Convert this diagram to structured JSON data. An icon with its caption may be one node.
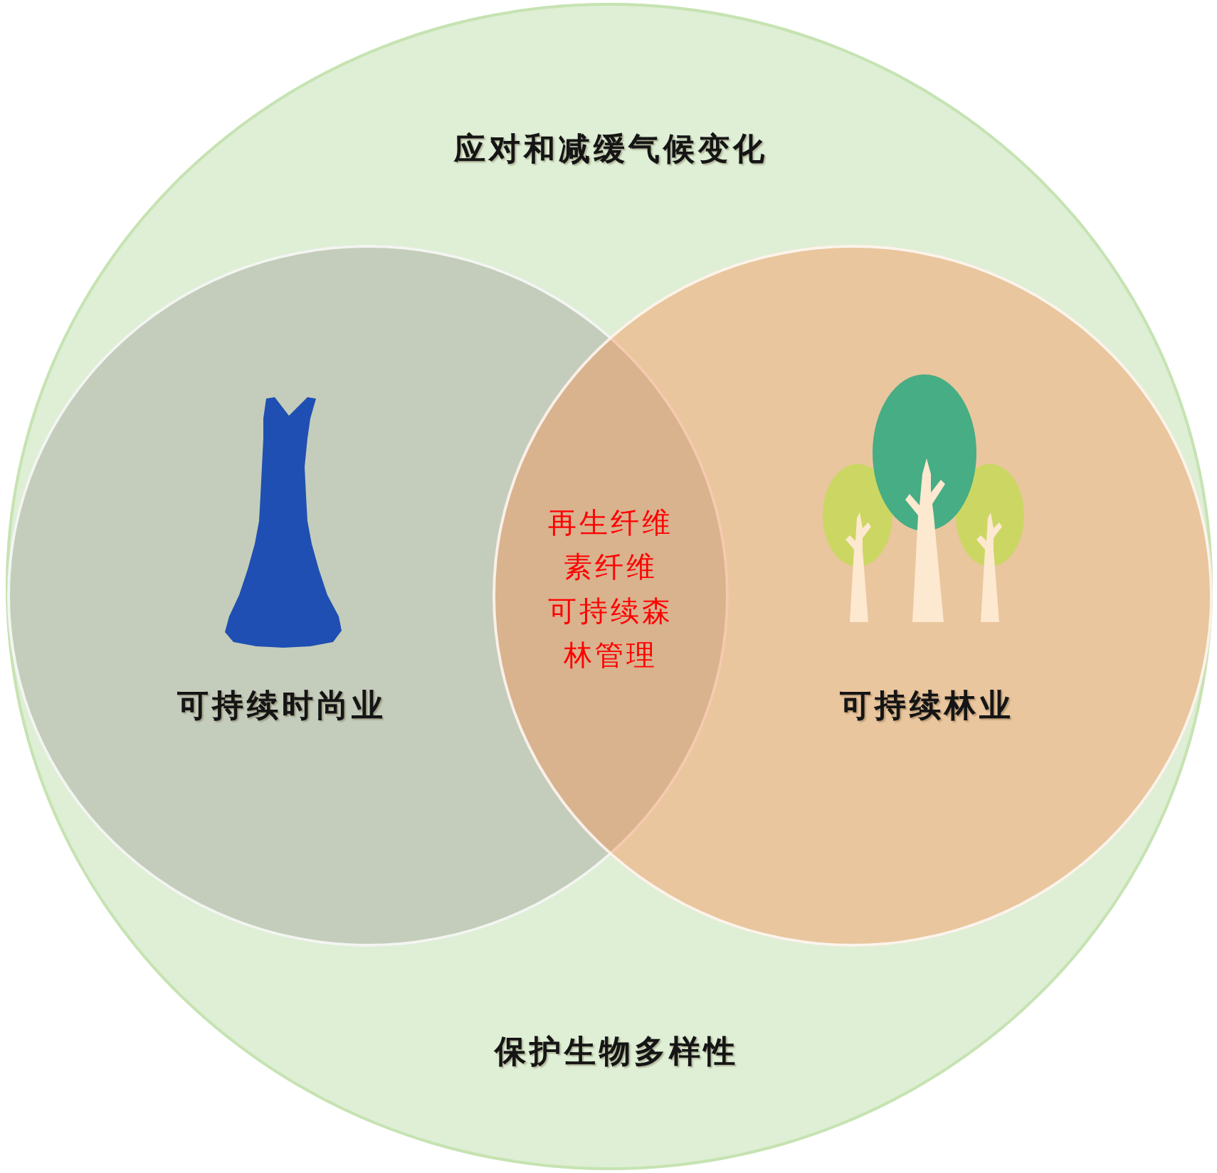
{
  "diagram": {
    "nodes": [
      {
        "text": [
          "应对和减缓气候变化",
          "保护生物多样性"
        ]
      },
      {
        "text": [
          "可持续时尚业"
        ],
        "in": 0
      },
      {
        "text": [
          "可持续林业"
        ],
        "in": 0
      }
    ],
    "labels": [
      "再生纤维素纤维",
      "可持续森林管理"
    ]
  }
}
